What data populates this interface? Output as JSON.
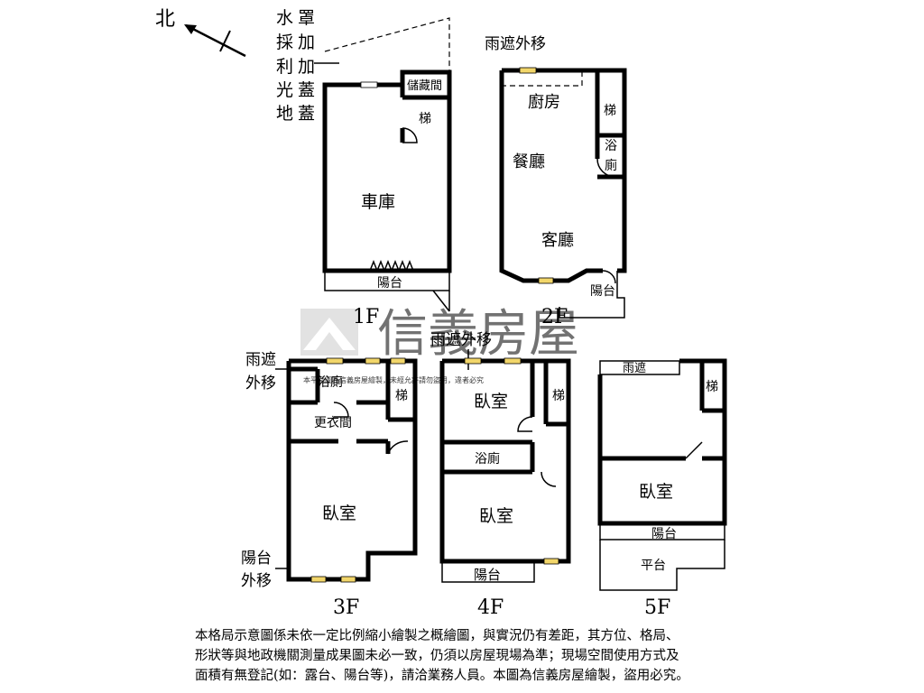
{
  "compass": {
    "label": "北"
  },
  "notes": {
    "col1": "水採利光地罩加加蓋蓋"
  },
  "watermark": {
    "brand": "信義房屋",
    "fine_print": "本平面圖為信義房屋繪製，未經允許請勿盜用，違者必究"
  },
  "floors": {
    "f1": {
      "label": "1F",
      "rooms": {
        "storage": "儲藏間",
        "stairs": "梯",
        "garage": "車庫",
        "balcony": "陽台"
      }
    },
    "f2": {
      "label": "2F",
      "canopy": "雨遮外移",
      "rooms": {
        "kitchen": "廚房",
        "dining": "餐廳",
        "living": "客廳",
        "stairs": "梯",
        "bath_a": "浴",
        "bath_b": "廁",
        "balcony": "陽台"
      }
    },
    "f3": {
      "label": "3F",
      "canopy_a": "雨遮",
      "canopy_b": "外移",
      "balcony_a": "陽台",
      "balcony_b": "外移",
      "rooms": {
        "bath": "浴廁",
        "stairs": "梯",
        "closet": "更衣間",
        "bedroom": "臥室"
      }
    },
    "f4": {
      "label": "4F",
      "canopy": "雨遮外移",
      "rooms": {
        "bedroom_top": "臥室",
        "stairs": "梯",
        "bath": "浴廁",
        "bedroom_bottom": "臥室",
        "balcony": "陽台"
      }
    },
    "f5": {
      "label": "5F",
      "rooms": {
        "canopy": "雨遮",
        "stairs": "梯",
        "bedroom": "臥室",
        "balcony": "陽台",
        "terrace": "平台"
      }
    }
  },
  "disclaimer": {
    "line1": "本格局示意圖係未依一定比例縮小繪製之概繪圖，與實況仍有差距，其方位、格局、",
    "line2": "形狀等與地政機關測量成果圖未必一致，仍須以房屋現場為準；現場空間使用方式及",
    "line3": "面積有無登記(如：露台、陽台等)，請洽業務人員。本圖為信義房屋繪製，盜用必究。"
  }
}
